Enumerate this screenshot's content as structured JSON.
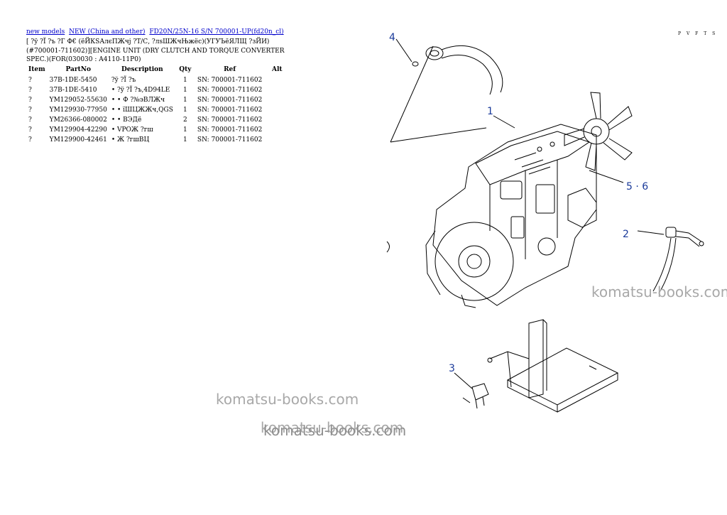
{
  "breadcrumb": [
    {
      "label": "new models"
    },
    {
      "label": "NEW (China and other)"
    },
    {
      "label": "FD20N/25N-16 S/N 700001-UP(fd20n_cl)"
    }
  ],
  "page_title": "[ ?ÿ ?Ï ?ъ ?Г Ф€ (ёЙКЅАлєПЖчј ?Т/С, ?лѕШЖчЊжёс)(УГУЪёЯЛЩ ?зЙИ)(#700001-711602)][ENGINE UNIT (DRY CLUTCH AND TORQUE CONVERTER SPEC.)(FOR(030030 : A4110-11P0)",
  "table": {
    "headers": [
      "Item",
      "PartNo",
      "Description",
      "Qty",
      "Ref",
      "Alt"
    ],
    "rows": [
      {
        "item": "?",
        "part": "37B-1DE-5450",
        "desc": "?ÿ ?Ï ?ъ",
        "qty": "1",
        "ref": "SN: 700001-711602",
        "alt": ""
      },
      {
        "item": "?",
        "part": "37B-1DE-5410",
        "desc": "• ?ÿ ?Ï ?ъ,4D94LE",
        "qty": "1",
        "ref": "SN: 700001-711602",
        "alt": ""
      },
      {
        "item": "?",
        "part": "YM129052-55630",
        "desc": "• • Ф ?№эВЛЖч",
        "qty": "1",
        "ref": "SN: 700001-711602",
        "alt": ""
      },
      {
        "item": "?",
        "part": "YM129930-77950",
        "desc": "• • їШЦЖЖч,QGS",
        "qty": "1",
        "ref": "SN: 700001-711602",
        "alt": ""
      },
      {
        "item": "?",
        "part": "YM26366-080002",
        "desc": "• • ВЭДё",
        "qty": "2",
        "ref": "SN: 700001-711602",
        "alt": ""
      },
      {
        "item": "?",
        "part": "YM129904-42290",
        "desc": "• VРОЖ ?гш",
        "qty": "1",
        "ref": "SN: 700001-711602",
        "alt": ""
      },
      {
        "item": "?",
        "part": "YM129900-42461",
        "desc": "• Ж ?гшВЦ",
        "qty": "1",
        "ref": "SN: 700001-711602",
        "alt": ""
      }
    ]
  },
  "top_code": "P V F T S",
  "diagram": {
    "callouts": {
      "c4": "4",
      "c1": "1",
      "c56": "5 · 6",
      "c2": "2",
      "c3": "3"
    },
    "callout_color": "#1a3a9a"
  },
  "watermarks": [
    "komatsu-books.com",
    "komatsu-books.com",
    "komatsu-books.com",
    "komatsu-books.com"
  ]
}
